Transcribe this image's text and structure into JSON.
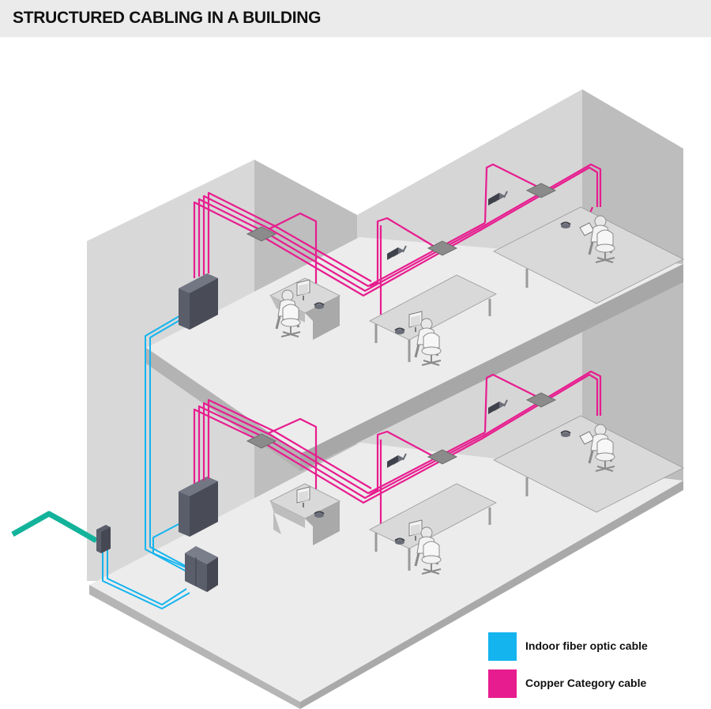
{
  "title": "STRUCTURED CABLING IN A BUILDING",
  "colors": {
    "fiber": "#14b4ef",
    "copper": "#e71d8f",
    "outside_plant": "#13b39b",
    "wall_light": "#d6d6d6",
    "wall_dark": "#bcbcbc",
    "floor": "#ebebeb",
    "slab_edge": "#b3b3b3",
    "equipment": "#5a5e6b"
  },
  "legend": [
    {
      "label": "Indoor fiber optic cable",
      "color": "#14b4ef",
      "swatch_icon": "fiber-cable-swatch"
    },
    {
      "label": "Copper Category cable",
      "color": "#e71d8f",
      "swatch_icon": "copper-cable-swatch"
    }
  ],
  "floors": [
    {
      "id": "upper-floor",
      "components": [
        "telecom-rack",
        "ceiling-junction-box",
        "wireless-access-point",
        "security-camera",
        "workstation-desk",
        "office-chair",
        "computer-monitor",
        "ip-phone",
        "laptop",
        "wall-outlet"
      ]
    },
    {
      "id": "lower-floor",
      "components": [
        "telecom-rack",
        "server-cabinet",
        "entrance-facility-box",
        "ceiling-junction-box",
        "security-camera",
        "workstation-desk",
        "office-chair",
        "computer-monitor",
        "ip-phone",
        "laptop",
        "wall-outlet"
      ]
    }
  ]
}
